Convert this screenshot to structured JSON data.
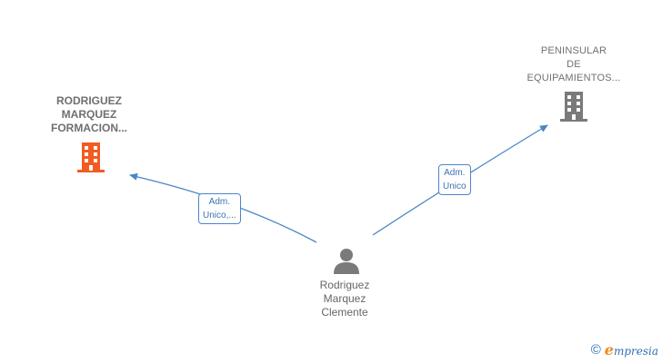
{
  "nodes": {
    "company_a": {
      "lines": [
        "RODRIGUEZ",
        "MARQUEZ",
        "FORMACION..."
      ],
      "color": "#f25c22",
      "icon": "building-icon"
    },
    "company_b": {
      "lines": [
        "PENINSULAR",
        "DE",
        "EQUIPAMIENTOS..."
      ],
      "color": "#7a7a7a",
      "icon": "building-icon"
    },
    "person": {
      "lines": [
        "Rodriguez",
        "Marquez",
        "Clemente"
      ],
      "color": "#7a7a7a",
      "icon": "person-icon"
    }
  },
  "edges": {
    "to_a": {
      "lines": [
        "Adm.",
        "Unico,..."
      ],
      "color": "#4a86c8"
    },
    "to_b": {
      "lines": [
        "Adm.",
        "Unico"
      ],
      "color": "#4a86c8"
    }
  },
  "brand": {
    "copyright": "©",
    "initial": "e",
    "name": "mpresia"
  }
}
